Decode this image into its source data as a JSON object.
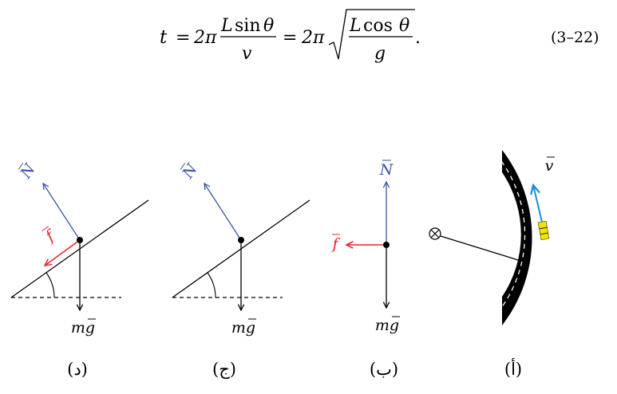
{
  "equation": {
    "lhs": "t",
    "equals": "=",
    "two_pi": "2π",
    "frac1_num_var": "L",
    "frac1_num_fn": "sin",
    "frac1_num_theta": "θ",
    "frac1_den": "v",
    "frac2_num_var": "L",
    "frac2_num_fn": "cos",
    "frac2_num_theta": "θ",
    "frac2_den": "g",
    "period": ".",
    "number": "(3–22)"
  },
  "colors": {
    "normal_force": "#3a55a4",
    "friction": "#e8232b",
    "velocity": "#1a8fd6",
    "car": "#f2e600",
    "road": "#000000"
  },
  "panel_d": {
    "label": "(د)",
    "normal": "N",
    "friction": "f",
    "weight": "mg"
  },
  "panel_j": {
    "label": "(ج)",
    "normal": "N",
    "weight": "mg"
  },
  "panel_b": {
    "label": "(ب)",
    "normal": "N",
    "friction": "f",
    "weight": "mg"
  },
  "panel_a": {
    "label": "(أ)",
    "velocity": "v",
    "center_icon": "circle-cross-icon"
  }
}
